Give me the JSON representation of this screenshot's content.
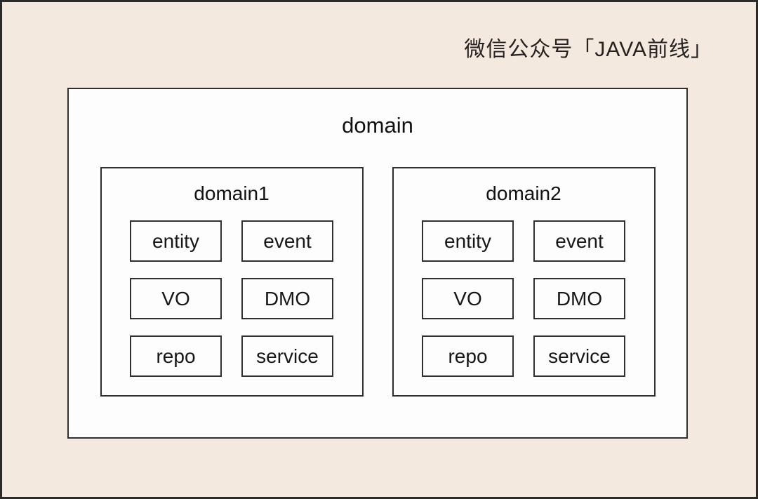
{
  "watermark": {
    "text": "微信公众号「JAVA前线」"
  },
  "diagram": {
    "title": "domain",
    "subdomains": [
      {
        "title": "domain1",
        "components": [
          "entity",
          "event",
          "VO",
          "DMO",
          "repo",
          "service"
        ]
      },
      {
        "title": "domain2",
        "components": [
          "entity",
          "event",
          "VO",
          "DMO",
          "repo",
          "service"
        ]
      }
    ]
  },
  "colors": {
    "canvas_background": "#f3e9de",
    "box_background": "#fdfdfd",
    "border": "#2f2f2f",
    "text": "#1c1c1c"
  }
}
